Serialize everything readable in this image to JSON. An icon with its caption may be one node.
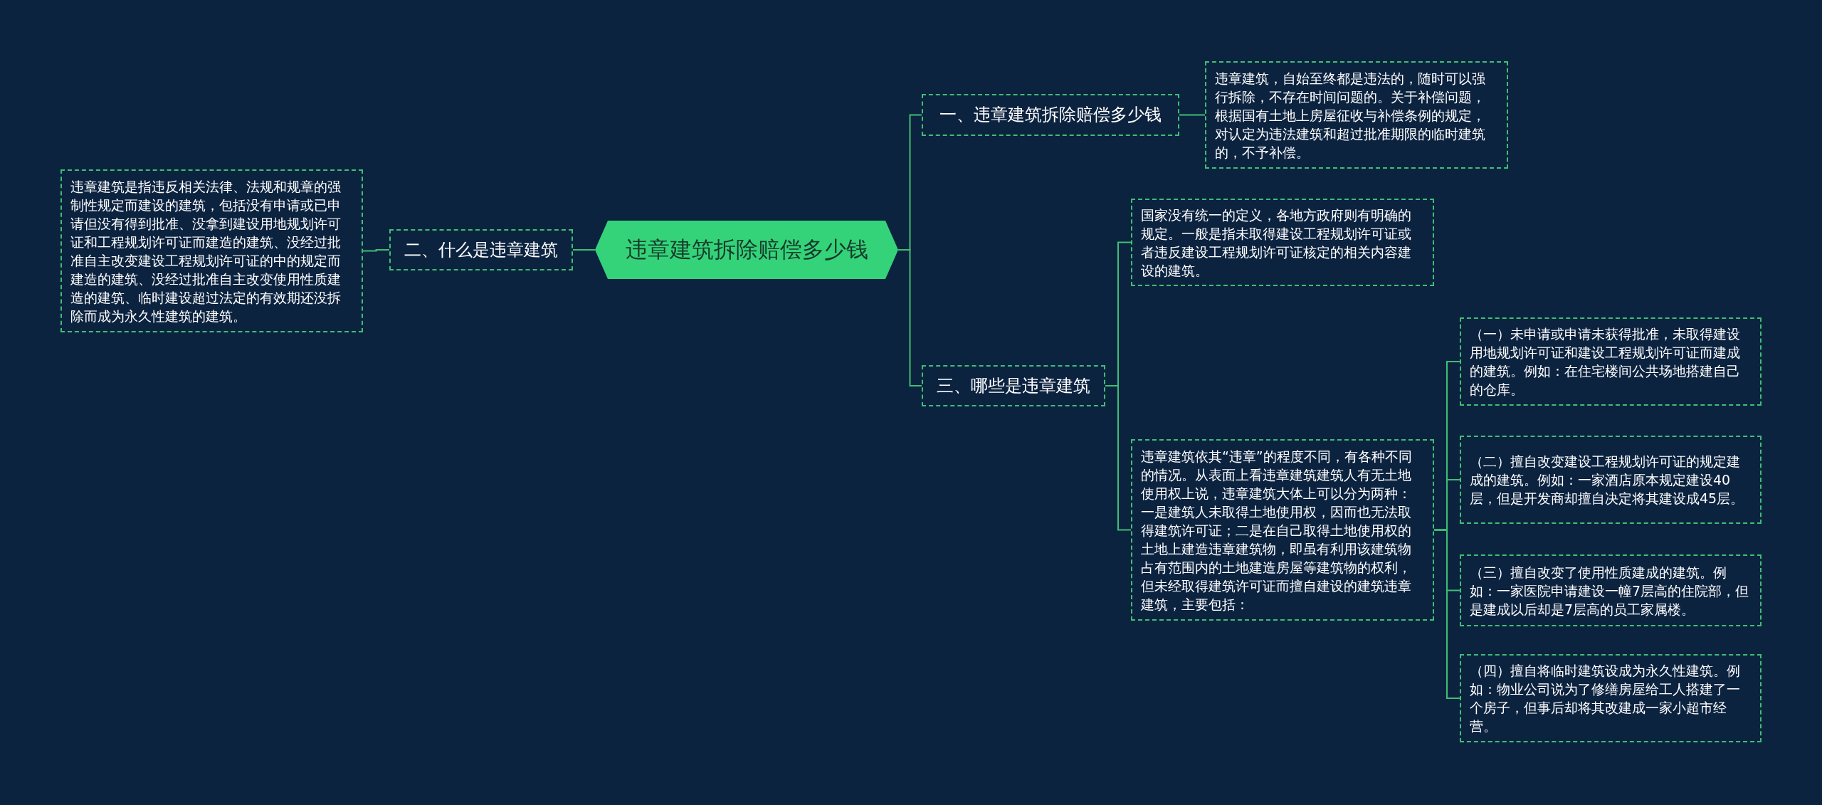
{
  "diagram": {
    "nodes": [
      {
        "text": [
          "违章建筑拆除赔偿多少钱"
        ]
      },
      {
        "text": [
          "一、违章建筑拆除赔偿多少钱"
        ]
      },
      {
        "text": [
          "违章建筑，自始至终都是违法的，随时可以强行拆除，不存在时间问题的。关于补偿问题，根据国有土地上房屋征收与补偿条例的规定，对认定为违法建筑和超过批准期限的临时建筑的，不予补偿。"
        ]
      },
      {
        "text": [
          "二、什么是违章建筑"
        ]
      },
      {
        "text": [
          "违章建筑是指违反相关法律、法规和规章的强制性规定而建设的建筑，包括没有申请或已申请但没有得到批准、没拿到建设用地规划许可证和工程规划许可证而建造的建筑、没经过批准自主改变建设工程规划许可证的中的规定而建造的建筑、没经过批准自主改变使用性质建造的建筑、临时建设超过法定的有效期还没拆除而成为永久性建筑的建筑。"
        ]
      },
      {
        "text": [
          "三、哪些是违章建筑"
        ]
      },
      {
        "text": [
          "国家没有统一的定义，各地方政府则有明确的规定。一般是指未取得建设工程规划许可证或者违反建设工程规划许可证核定的相关内容建设的建筑。"
        ]
      },
      {
        "text": [
          "违章建筑依其“违章”的程度不同，有各种不同的情况。从表面上看违章建筑建筑人有无土地使用权上说，违章建筑大体上可以分为两种：一是建筑人未取得土地使用权，因而也无法取得建筑许可证；二是在自己取得土地使用权的土地上建造违章建筑物，即虽有利用该建筑物占有范围内的土地建造房屋等建筑物的权利，但未经取得建筑许可证而擅自建设的建筑违章建筑，主要包括："
        ]
      },
      {
        "text": [
          "（一）未申请或申请未获得批准，未取得建设用地规划许可证和建设工程规划许可证而建成的建筑。例如：在住宅楼间公共场地搭建自己的仓库。"
        ]
      },
      {
        "text": [
          "（二）擅自改变建设工程规划许可证的规定建成的建筑。例如：一家酒店原本规定建设40层，但是开发商却擅自决定将其建设成45层。"
        ]
      },
      {
        "text": [
          "（三）擅自改变了使用性质建成的建筑。例如：一家医院申请建设一幢7层高的住院部，但是建成以后却是7层高的员工家属楼。"
        ]
      },
      {
        "text": [
          "（四）擅自将临时建筑设成为永久性建筑。例如：物业公司说为了修缮房屋给工人搭建了一个房子，但事后却将其改建成一家小超市经营。"
        ]
      }
    ],
    "edges": [
      {
        "from": 0,
        "to": 1,
        "arrow": "none"
      },
      {
        "from": 1,
        "to": 2,
        "arrow": "none"
      },
      {
        "from": 0,
        "to": 3,
        "arrow": "none"
      },
      {
        "from": 3,
        "to": 4,
        "arrow": "none"
      },
      {
        "from": 0,
        "to": 5,
        "arrow": "none"
      },
      {
        "from": 5,
        "to": 6,
        "arrow": "none"
      },
      {
        "from": 5,
        "to": 7,
        "arrow": "none"
      },
      {
        "from": 7,
        "to": 8,
        "arrow": "none"
      },
      {
        "from": 7,
        "to": 9,
        "arrow": "none"
      },
      {
        "from": 7,
        "to": 10,
        "arrow": "none"
      },
      {
        "from": 7,
        "to": 11,
        "arrow": "none"
      }
    ]
  }
}
